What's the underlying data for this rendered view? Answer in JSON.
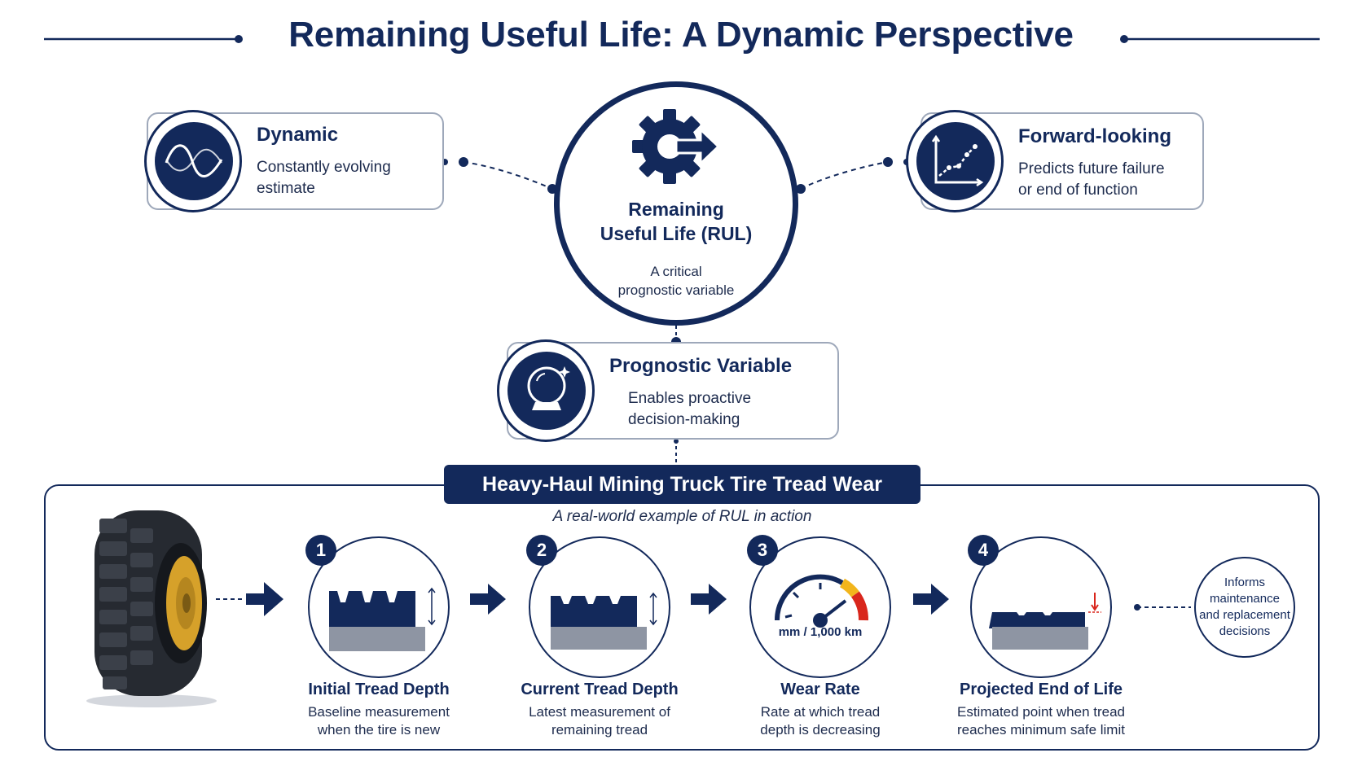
{
  "title": "Remaining Useful Life: A Dynamic Perspective",
  "center": {
    "title_line1": "Remaining",
    "title_line2": "Useful Life (RUL)",
    "subtitle_line1": "A critical",
    "subtitle_line2": "prognostic variable",
    "icon": "gear-arrow-icon"
  },
  "cards": {
    "dynamic": {
      "title": "Dynamic",
      "text_line1": "Constantly evolving",
      "text_line2": "estimate",
      "icon": "wave-icon"
    },
    "forward": {
      "title": "Forward-looking",
      "text_line1": "Predicts future failure",
      "text_line2": "or end of function",
      "icon": "trend-chart-icon"
    },
    "prognostic": {
      "title": "Prognostic Variable",
      "text_line1": "Enables proactive",
      "text_line2": "decision-making",
      "icon": "crystal-ball-icon"
    }
  },
  "example": {
    "banner": "Heavy-Haul Mining Truck Tire Tread Wear",
    "subtitle": "A real-world example of RUL in action",
    "steps": [
      {
        "number": "1",
        "title": "Initial Tread Depth",
        "line1": "Baseline measurement",
        "line2": "when the tire is new",
        "icon": "deep-tread-icon"
      },
      {
        "number": "2",
        "title": "Current Tread Depth",
        "line1": "Latest measurement of",
        "line2": "remaining tread",
        "icon": "partial-tread-icon"
      },
      {
        "number": "3",
        "title": "Wear Rate",
        "line1": "Rate at which tread",
        "line2": "depth is decreasing",
        "icon": "gauge-icon",
        "gauge_label": "mm / 1,000 km"
      },
      {
        "number": "4",
        "title": "Projected End of Life",
        "line1": "Estimated point when tread",
        "line2": "reaches minimum safe limit",
        "icon": "worn-tread-icon"
      }
    ],
    "outcome_line1": "Informs",
    "outcome_line2": "maintenance",
    "outcome_line3": "and replacement",
    "outcome_line4": "decisions"
  },
  "colors": {
    "navy": "#13295b",
    "border_gray": "#9ea8ba",
    "gauge_yellow": "#f2b51c",
    "gauge_red": "#d9261c",
    "rim_yellow": "#d6a12a",
    "tread_gray": "#8e95a3"
  }
}
